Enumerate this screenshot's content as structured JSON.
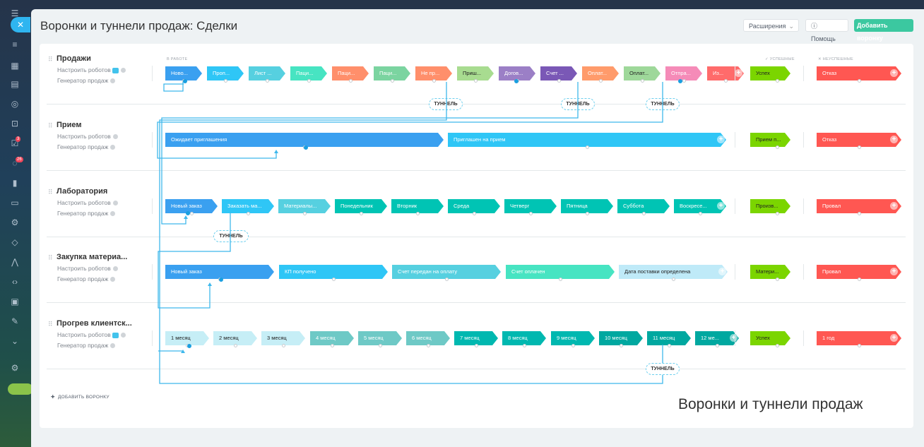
{
  "sidebar": {
    "badges": [
      "3",
      "26"
    ]
  },
  "header": {
    "title": "Воронки и туннели продаж: Сделки",
    "extensions_label": "Расширения",
    "help_label": "Помощь",
    "add_funnel_label": "Добавить воронку"
  },
  "columns": {
    "in_work": "В РАБОТЕ",
    "success": "УСПЕШНЫЕ",
    "fail": "НЕУСПЕШНЫЕ"
  },
  "funnel_links": {
    "robots": "Настроить роботов",
    "generator": "Генератор продаж"
  },
  "funnels": [
    {
      "name": "Продажи",
      "stages": [
        {
          "label": "Ново...",
          "color": "#3aa0f0"
        },
        {
          "label": "Проп...",
          "color": "#2fc6f6"
        },
        {
          "label": "Лист ...",
          "color": "#56d0e0"
        },
        {
          "label": "Паци...",
          "color": "#47e4c2"
        },
        {
          "label": "Паци...",
          "color": "#ff8f6b"
        },
        {
          "label": "Паци...",
          "color": "#7bd4a0"
        },
        {
          "label": "Не пр...",
          "color": "#ff8f6b"
        },
        {
          "label": "Приш...",
          "color": "#a8dc90"
        },
        {
          "label": "Догов...",
          "color": "#9b7fc6"
        },
        {
          "label": "Счет ...",
          "color": "#7a58b6"
        },
        {
          "label": "Оплат...",
          "color": "#ff9b6b"
        },
        {
          "label": "Оплат...",
          "color": "#9ed89a"
        },
        {
          "label": "Отпра...",
          "color": "#f58bb8"
        },
        {
          "label": "Из...",
          "color": "#ff6b6b"
        }
      ],
      "success": {
        "label": "Успех",
        "color": "#7bd500"
      },
      "fail": {
        "label": "Отказ",
        "color": "#ff5752"
      }
    },
    {
      "name": "Прием",
      "stages": [
        {
          "label": "Ожидает приглашения",
          "color": "#3aa0f0"
        },
        {
          "label": "Приглашен на прием",
          "color": "#2fc6f6"
        }
      ],
      "success": {
        "label": "Прием п...",
        "color": "#7bd500"
      },
      "fail": {
        "label": "Отказ",
        "color": "#ff5752"
      }
    },
    {
      "name": "Лаборатория",
      "stages": [
        {
          "label": "Новый заказ",
          "color": "#3aa0f0"
        },
        {
          "label": "Заказать ма...",
          "color": "#2fc6f6"
        },
        {
          "label": "Материалы...",
          "color": "#56d0e0"
        },
        {
          "label": "Понедельник",
          "color": "#00c4b4"
        },
        {
          "label": "Вторник",
          "color": "#00c4b4"
        },
        {
          "label": "Среда",
          "color": "#00c4b4"
        },
        {
          "label": "Четверг",
          "color": "#00c4b4"
        },
        {
          "label": "Пятница",
          "color": "#00c4b4"
        },
        {
          "label": "Суббота",
          "color": "#00c4b4"
        },
        {
          "label": "Воскресе...",
          "color": "#00c4b4"
        }
      ],
      "success": {
        "label": "Произв...",
        "color": "#7bd500"
      },
      "fail": {
        "label": "Провал",
        "color": "#ff5752"
      }
    },
    {
      "name": "Закупка материа...",
      "stages": [
        {
          "label": "Новый заказ",
          "color": "#3aa0f0"
        },
        {
          "label": "КП получено",
          "color": "#2fc6f6"
        },
        {
          "label": "Счет передан на оплату",
          "color": "#56d0e0"
        },
        {
          "label": "Счет оплачен",
          "color": "#47e4c2"
        },
        {
          "label": "Дата поставки определена",
          "color": "#bfeaf8"
        }
      ],
      "success": {
        "label": "Матери...",
        "color": "#7bd500"
      },
      "fail": {
        "label": "Провал",
        "color": "#ff5752"
      }
    },
    {
      "name": "Прогрев клиентск...",
      "stages": [
        {
          "label": "1 месяц",
          "color": "#c6eef6"
        },
        {
          "label": "2 месяц",
          "color": "#c6eef6"
        },
        {
          "label": "3 месяц",
          "color": "#c6eef6"
        },
        {
          "label": "4 месяц",
          "color": "#6ec9c6"
        },
        {
          "label": "5 месяц",
          "color": "#6ec9c6"
        },
        {
          "label": "6 месяц",
          "color": "#6ec9c6"
        },
        {
          "label": "7 месяц",
          "color": "#00b8b0"
        },
        {
          "label": "8 месяц",
          "color": "#00b8b0"
        },
        {
          "label": "9 месяц",
          "color": "#00b8b0"
        },
        {
          "label": "10 месяц",
          "color": "#00a8a0"
        },
        {
          "label": "11 месяц",
          "color": "#00a8a0"
        },
        {
          "label": "12 ме...",
          "color": "#00a8a0"
        }
      ],
      "success": {
        "label": "Успех",
        "color": "#7bd500"
      },
      "fail": {
        "label": "1 год",
        "color": "#ff5752"
      }
    }
  ],
  "tunnel_label": "ТУННЕЛЬ",
  "add_funnel": "ДОБАВИТЬ ВОРОНКУ",
  "watermark": "Воронки и туннели продаж"
}
